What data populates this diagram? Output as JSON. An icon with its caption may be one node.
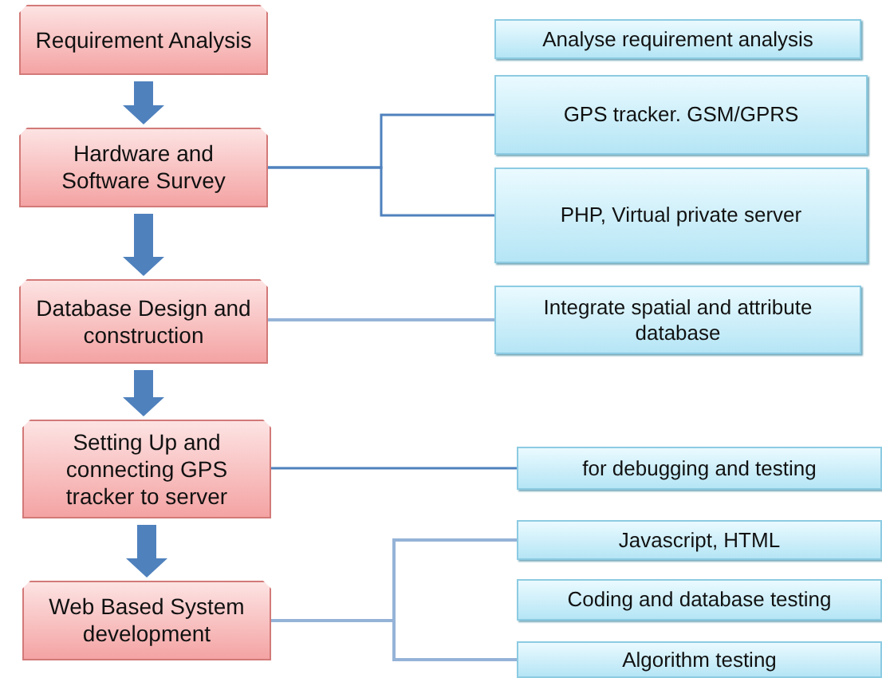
{
  "diagram": {
    "nodes": [
      {
        "text": [
          "Requirement Analysis"
        ]
      },
      {
        "text": [
          "Hardware and Software Survey"
        ]
      },
      {
        "text": [
          "Database Design and construction"
        ]
      },
      {
        "text": [
          "Setting Up and connecting GPS tracker to server"
        ]
      },
      {
        "text": [
          "Web Based System development"
        ]
      },
      {
        "text": [
          "Analyse requirement analysis"
        ]
      },
      {
        "text": [
          "GPS tracker. GSM/GPRS"
        ]
      },
      {
        "text": [
          "PHP, Virtual private server"
        ]
      },
      {
        "text": [
          "Integrate spatial and attribute database"
        ]
      },
      {
        "text": [
          "for debugging and testing"
        ]
      },
      {
        "text": [
          "Javascript, HTML"
        ]
      },
      {
        "text": [
          "Coding and database testing"
        ]
      },
      {
        "text": [
          "Algorithm testing"
        ]
      }
    ],
    "edges": [
      {
        "from": 0,
        "to": 1,
        "arrow": "to",
        "style": "thick"
      },
      {
        "from": 1,
        "to": 2,
        "arrow": "to",
        "style": "thick"
      },
      {
        "from": 2,
        "to": 3,
        "arrow": "to",
        "style": "thick"
      },
      {
        "from": 3,
        "to": 4,
        "arrow": "to",
        "style": "thick"
      },
      {
        "from": 1,
        "to": 6,
        "arrow": "none"
      },
      {
        "from": 1,
        "to": 7,
        "arrow": "none"
      },
      {
        "from": 2,
        "to": 8,
        "arrow": "none",
        "color": "#95b3d7"
      },
      {
        "from": 3,
        "to": 9,
        "arrow": "none"
      },
      {
        "from": 4,
        "to": 10,
        "arrow": "none",
        "color": "#95b3d7"
      },
      {
        "from": 4,
        "to": 12,
        "arrow": "none",
        "color": "#95b3d7"
      }
    ]
  }
}
